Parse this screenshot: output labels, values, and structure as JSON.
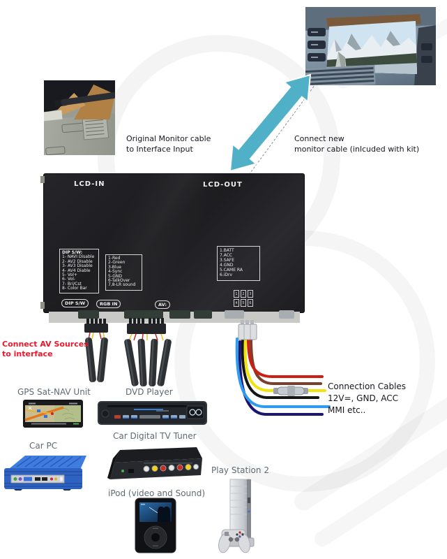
{
  "annotations": {
    "original_monitor": {
      "line1": "Original Monitor cable",
      "line2": "to Interface Input"
    },
    "new_monitor": {
      "line1": "Connect new",
      "line2": "monitor cable (inlcuded with kit)"
    },
    "av_sources": {
      "line1": "Connect AV Sources",
      "line2": "to interface"
    },
    "connection_cables": {
      "line1": "Connection Cables",
      "line2": "12V=, GND, ACC",
      "line3": "MMI etc.."
    }
  },
  "interface_box": {
    "lcd_in_label": "LCD-IN",
    "lcd_out_label": "LCD-OUT",
    "dip_switch": {
      "title": "DIP S/W:",
      "items": [
        "1- NAVI Disable",
        "2- AV2 Disable",
        "3- AV3 Disable",
        "4- AV4 Diable",
        "5- Vol+",
        "6- Vol-",
        "7- Bri/Cst",
        "8- Color Bar"
      ]
    },
    "rgb_pinout": [
      "1-Red",
      "2-Green",
      "3-Blue",
      "4-Sync",
      "5-GND",
      "6-TalkOver",
      "7,8-LR sound"
    ],
    "power_pinout": [
      "1.BATT",
      "7.ACC",
      "3.SAFE",
      "4.GND",
      "5.CAME RA",
      "6.iDrv"
    ],
    "port_labels": {
      "dip": "DIP S/W",
      "rgb": "RGB IN",
      "av": "AV:"
    },
    "pin_grid": [
      "1",
      "2",
      "3",
      "4",
      "5",
      "6"
    ]
  },
  "devices": {
    "gps_label": "GPS Sat-NAV Unit",
    "dvd_label": "DVD Player",
    "tuner_label": "Car Digital TV Tuner",
    "carpc_label": "Car PC",
    "ps2_label": "Play Station 2",
    "ipod_label": "iPod (video and Sound)"
  },
  "colors": {
    "arrow": "#4fb0c8",
    "red_text": "#e8192c",
    "wire_red": "#cc2017",
    "wire_brown": "#7b3f2b",
    "wire_yellow": "#f2e20e",
    "wire_black": "#151515",
    "wire_blue": "#2f9bf0",
    "wire_navy": "#1c1670"
  }
}
